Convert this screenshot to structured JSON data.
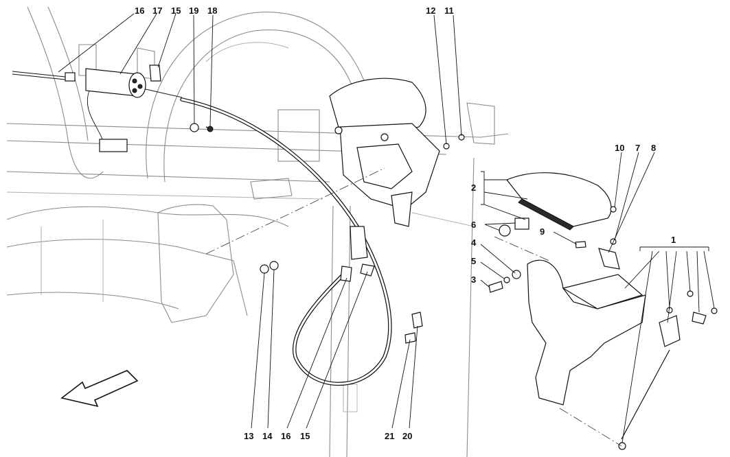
{
  "callouts": {
    "c1": "1",
    "c2": "2",
    "c3": "3",
    "c4": "4",
    "c5": "5",
    "c6": "6",
    "c7": "7",
    "c8": "8",
    "c9": "9",
    "c10": "10",
    "c11": "11",
    "c12": "12",
    "c13": "13",
    "c14": "14",
    "c15_top": "15",
    "c15_bottom": "15",
    "c16_top": "16",
    "c16_bottom": "16",
    "c17": "17",
    "c18": "18",
    "c19": "19",
    "c20": "20",
    "c21": "21"
  },
  "colors": {
    "ink": "#111111",
    "ghost": "#8a8a8a",
    "background": "#ffffff"
  },
  "icons": {
    "direction": "front-direction-arrow-icon"
  }
}
